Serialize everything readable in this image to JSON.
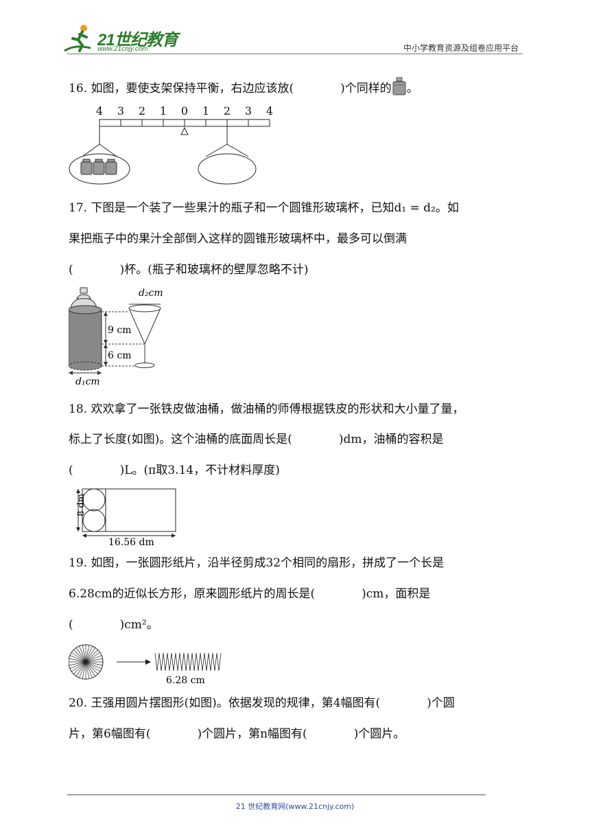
{
  "header": {
    "logo_text": "21世纪教育",
    "logo_url": "www.21cnjy.com",
    "right_text": "中小学教育资源及组卷应用平台"
  },
  "questions": {
    "q16": {
      "text": "16. 如图，要使支架保持平衡，右边应该放(　　　　)个同样的",
      "end": "。",
      "scale_numbers": [
        "4",
        "3",
        "2",
        "1",
        "0",
        "1",
        "2",
        "3",
        "4"
      ]
    },
    "q17": {
      "line1": "17. 下图是一个装了一些果汁的瓶子和一个圆锥形玻璃杯，已知d₁ = d₂。如",
      "line2": "果把瓶子中的果汁全部倒入这样的圆锥形玻璃杯中，最多可以倒满",
      "line3": "(　　　　)杯。(瓶子和玻璃杯的壁厚忽略不计)",
      "label_d2": "d₂cm",
      "label_9": "9 cm",
      "label_6": "6 cm",
      "label_d1": "d₁cm"
    },
    "q18": {
      "line1": "18. 欢欢拿了一张铁皮做油桶，做油桶的师傅根据铁皮的形状和大小量了量，",
      "line2": "标上了长度(如图)。这个油桶的底面周长是(　　　　)dm，油桶的容积是",
      "line3": "(　　　　)L。(π取3.14，不计材料厚度)",
      "label_8": "8 dm",
      "label_len": "16.56 dm"
    },
    "q19": {
      "line1": "19. 如图，一张圆形纸片，沿半径剪成32个相同的扇形，拼成了一个长是",
      "line2": "6.28cm的近似长方形，原来圆形纸片的周长是(　　　　)cm，面积是",
      "line3": "(　　　　)cm²。",
      "label_len": "6.28 cm"
    },
    "q20": {
      "line1": "20. 王强用圆片摆图形(如图)。依据发现的规律，第4幅图有(　　　　)个圆",
      "line2": "片，第6幅图有(　　　　)个圆片，第n幅图有(　　　　)个圆片。"
    }
  },
  "footer": {
    "text": "21 世纪教育网(www.21cnjy.com)"
  }
}
